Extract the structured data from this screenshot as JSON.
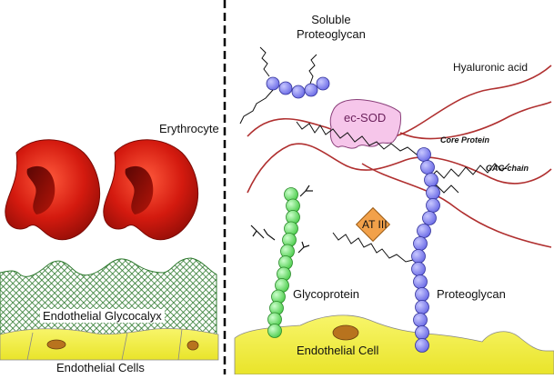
{
  "left_panel": {
    "erythrocyte_label": "Erythrocyte",
    "glycocalyx_label": "Endothelial Glycocalyx",
    "endothelial_cells_label": "Endothelial Cells"
  },
  "right_panel": {
    "soluble_proteoglycan_label": "Soluble\nProteoglycan",
    "hyaluronic_acid_label": "Hyaluronic acid",
    "ec_sod_label": "ec-SOD",
    "core_protein_label": "Core Protein",
    "gag_chain_label": "GAG-chain",
    "at3_label": "AT III",
    "glycoprotein_label": "Glycoprotein",
    "proteoglycan_label": "Proteoglycan",
    "endothelial_cell_label": "Endothelial Cell"
  },
  "colors": {
    "erythrocyte": "#d41a0f",
    "erythrocyte_dark": "#7a0a05",
    "glycocalyx_mesh": "#2f7a2f",
    "endothelium": "#f2ef3a",
    "nucleus": "#b8731e",
    "blue_bead": "#8080ee",
    "green_bead": "#66dd66",
    "hyaluronic": "#b03030",
    "ec_sod": "#f6c6ea",
    "at3": "#f2a14a"
  }
}
